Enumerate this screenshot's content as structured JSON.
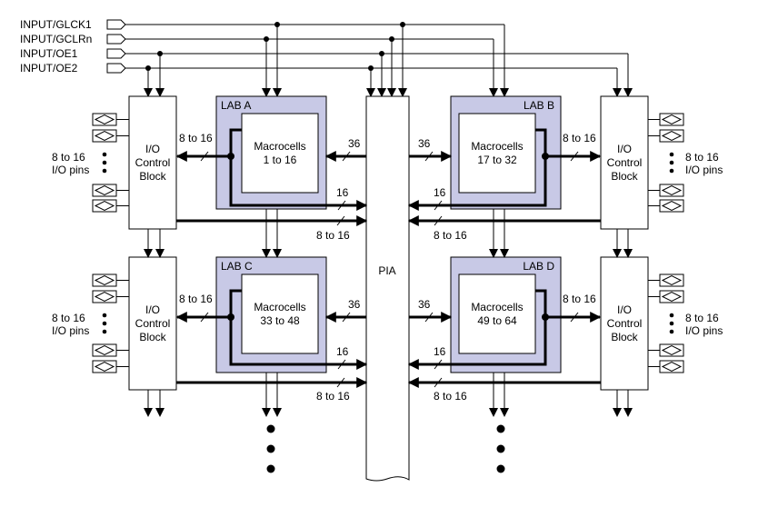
{
  "inputs": [
    "INPUT/GLCK1",
    "INPUT/GCLRn",
    "INPUT/OE1",
    "INPUT/OE2"
  ],
  "pia_label": "PIA",
  "labs": [
    {
      "name": "LAB A",
      "macro_title": "Macrocells",
      "macro_range": "1 to 16"
    },
    {
      "name": "LAB B",
      "macro_title": "Macrocells",
      "macro_range": "17 to 32"
    },
    {
      "name": "LAB C",
      "macro_title": "Macrocells",
      "macro_range": "33 to 48"
    },
    {
      "name": "LAB D",
      "macro_title": "Macrocells",
      "macro_range": "49 to 64"
    }
  ],
  "io_block": {
    "line1": "I/O",
    "line2": "Control",
    "line3": "Block"
  },
  "io_pins": {
    "line1": "8 to 16",
    "line2": "I/O pins"
  },
  "bus_labels": {
    "lab_io": "8 to 16",
    "pia_to_lab": "36",
    "lab_to_pia": "16",
    "io_to_pia": "8 to 16"
  },
  "colors": {
    "lab_fill": "#c8c9e6",
    "line": "#000000"
  }
}
